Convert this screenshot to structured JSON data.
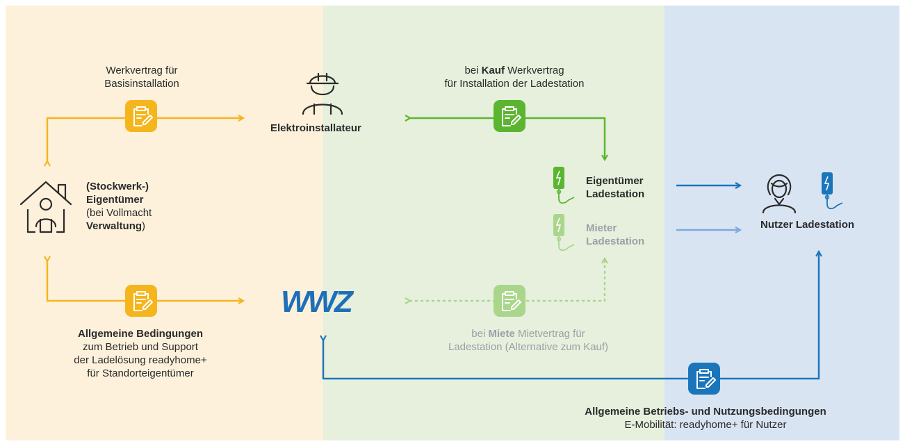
{
  "colors": {
    "orange": "#f5b51c",
    "green": "#5cb530",
    "green_light": "#a9d68b",
    "blue": "#1b75bb",
    "blue_light": "#7eaadb",
    "wwz_blue": "#1f6fb8"
  },
  "icons": [
    "house-person-icon",
    "electrician-icon",
    "contract-icon",
    "charging-station-icon",
    "woman-user-icon"
  ],
  "labels": {
    "werkvertrag_line1": "Werkvertrag für",
    "werkvertrag_line2": "Basisinstallation",
    "elektroinstallateur": "Elektroinstallateur",
    "kauf_pre": "bei ",
    "kauf_bold": "Kauf",
    "kauf_post": " Werkvertrag",
    "kauf_line2": "für Installation der Ladestation",
    "owner_line1": "(Stockwerk-)",
    "owner_line2": "Eigentümer",
    "owner_line3": "(bei Vollmacht",
    "owner_line4_bold": "Verwaltung",
    "owner_line4_post": ")",
    "eig_ladestation_1": "Eigentümer",
    "eig_ladestation_2": "Ladestation",
    "mieter_1": "Mieter",
    "mieter_2": "Ladestation",
    "nutzer": "Nutzer Ladestation",
    "wwz_logo": "WWZ",
    "miete_pre": "bei ",
    "miete_bold": "Miete",
    "miete_post": " Mietvertrag für",
    "miete_line2": "Ladestation (Alternative zum Kauf)",
    "allg_bed_title": "Allgemeine Bedingungen",
    "allg_bed_line2": "zum Betrieb und Support",
    "allg_bed_line3": "der Ladelösung readyhome+",
    "allg_bed_line4": "für Standorteigentümer",
    "nutz_bed_title": "Allgemeine Betriebs- und Nutzungsbedingungen",
    "nutz_bed_line2": "E-Mobilität: readyhome+ für Nutzer"
  }
}
